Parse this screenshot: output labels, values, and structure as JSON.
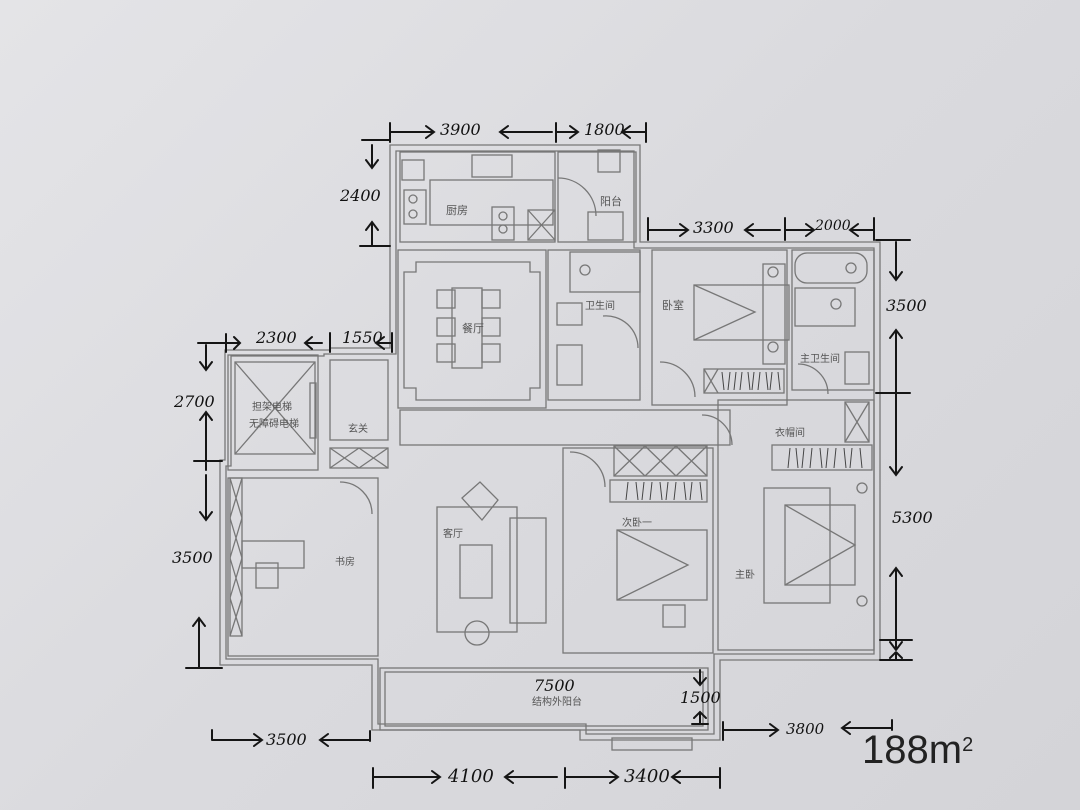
{
  "plan": {
    "total_area": "188",
    "area_unit": "m",
    "area_exp": "2",
    "rooms": {
      "kitchen": "厨房",
      "balcony": "阳台",
      "dining": "餐厅",
      "bathroom": "卫生间",
      "bedroom": "卧室",
      "master_bathroom": "主卫生间",
      "elevator_line1": "担架电梯",
      "elevator_line2": "无障碍电梯",
      "foyer": "玄关",
      "walk_in_closet": "衣帽间",
      "living": "客厅",
      "study": "书房",
      "second_bedroom": "次卧一",
      "master_bedroom": "主卧",
      "outer_balcony": "结构外阳台"
    },
    "dimensions": {
      "top_kitchen_width": "3900",
      "top_balcony_width": "1800",
      "kitchen_depth": "2400",
      "bedroom_width": "3300",
      "master_bath_width": "2000",
      "right_upper": "3500",
      "right_lower": "5300",
      "elevator_width": "2300",
      "foyer_width": "1550",
      "left_upper": "2700",
      "left_lower": "3500",
      "balcony_length": "7500",
      "balcony_depth": "1500",
      "bottom_left": "3500",
      "bottom_mid_left": "4100",
      "bottom_mid_right": "3400",
      "bottom_right": "3800"
    }
  }
}
